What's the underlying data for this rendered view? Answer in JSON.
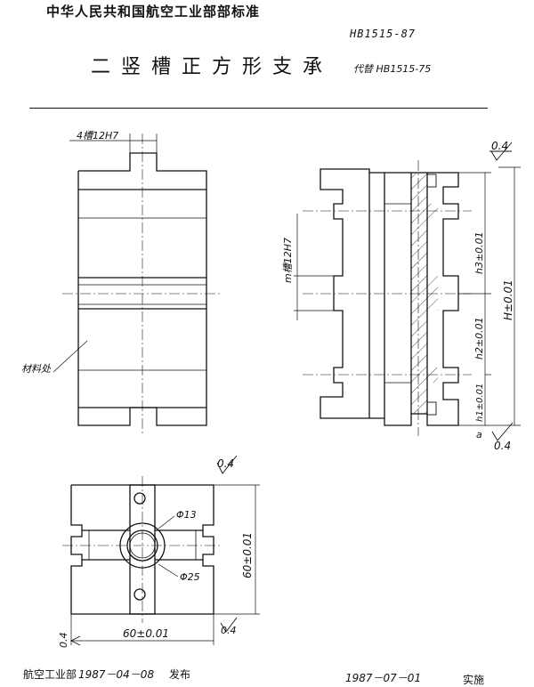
{
  "header": {
    "org": "中华人民共和国航空工业部部标准",
    "standard_number": "HB1515-87",
    "title": "二竖槽正方形支承",
    "replaces": "代替 HB1515-75"
  },
  "drawing": {
    "slot_note": "4槽12H7",
    "m_slot_note": "m槽12H7",
    "material_note": "材料处",
    "dim_h3": "h3±0.01",
    "dim_h2": "h2±0.01",
    "dim_h1": "h1±0.01",
    "dim_H": "H±0.01",
    "roughness": "0.4",
    "datum_a": "a",
    "dim_phi13": "Φ13",
    "dim_phi25": "Φ25",
    "dim_60_v": "60±0.01",
    "dim_60_h": "60±0.01"
  },
  "footer": {
    "issuer": "航空工业部",
    "issue_date": "1987－04－08",
    "issue_label": "发布",
    "implement_date": "1987－07－01",
    "implement_label": "实施"
  }
}
